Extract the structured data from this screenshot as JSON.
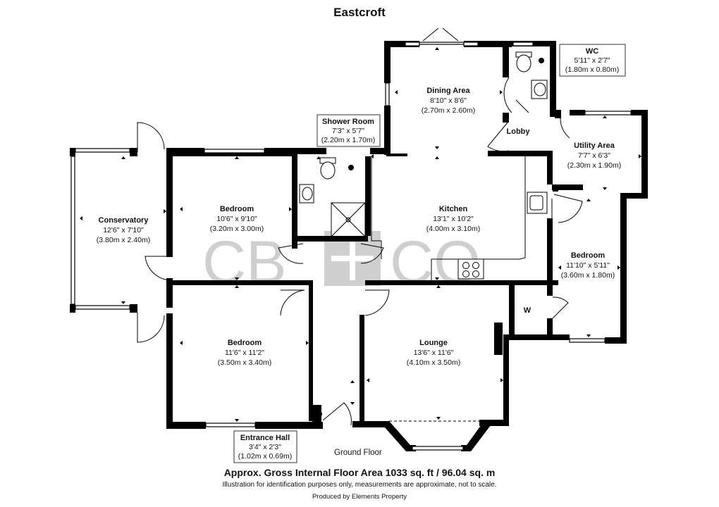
{
  "title": "Eastcroft",
  "watermark": {
    "left": "CB",
    "right": "CO",
    "color": "#cfcfcf"
  },
  "floor_label": "Ground Floor",
  "area_text": "Approx. Gross Internal Floor Area 1033 sq. ft / 96.04 sq. m",
  "disclaimer": "Illustration for identification purposes only, measurements are approximate, not to scale.",
  "produced_by": "Produced by Elements Property",
  "rooms": {
    "conservatory": {
      "name": "Conservatory",
      "imperial": "12'6\" x 7'10\"",
      "metric": "(3.80m x 2.40m)"
    },
    "bedroom_top": {
      "name": "Bedroom",
      "imperial": "10'6\" x 9'10\"",
      "metric": "(3.20m x 3.00m)"
    },
    "shower_room": {
      "name": "Shower Room",
      "imperial": "7'3\" x 5'7\"",
      "metric": "(2.20m x 1.70m)"
    },
    "dining_area": {
      "name": "Dining Area",
      "imperial": "8'10\" x 8'6\"",
      "metric": "(2.70m x 2.60m)"
    },
    "wc": {
      "name": "WC",
      "imperial": "5'11\" x 2'7\"",
      "metric": "(1.80m x 0.80m)"
    },
    "lobby": {
      "name": "Lobby"
    },
    "utility_area": {
      "name": "Utility Area",
      "imperial": "7'7\" x 6'3\"",
      "metric": "(2.30m x 1.90m)"
    },
    "kitchen": {
      "name": "Kitchen",
      "imperial": "13'1\" x 10'2\"",
      "metric": "(4.00m x 3.10m)"
    },
    "bedroom_right": {
      "name": "Bedroom",
      "imperial": "11'10\" x 5'11\"",
      "metric": "(3.60m x 1.80m)"
    },
    "w": {
      "name": "W"
    },
    "bedroom_bottom": {
      "name": "Bedroom",
      "imperial": "11'6\" x 11'2\"",
      "metric": "(3.50m x 3.40m)"
    },
    "lounge": {
      "name": "Lounge",
      "imperial": "13'6\" x 11'6\"",
      "metric": "(4.10m x 3.50m)"
    },
    "entrance_hall": {
      "name": "Entrance Hall",
      "imperial": "3'4\" x 2'3\"",
      "metric": "(1.02m x 0.69m)"
    }
  }
}
